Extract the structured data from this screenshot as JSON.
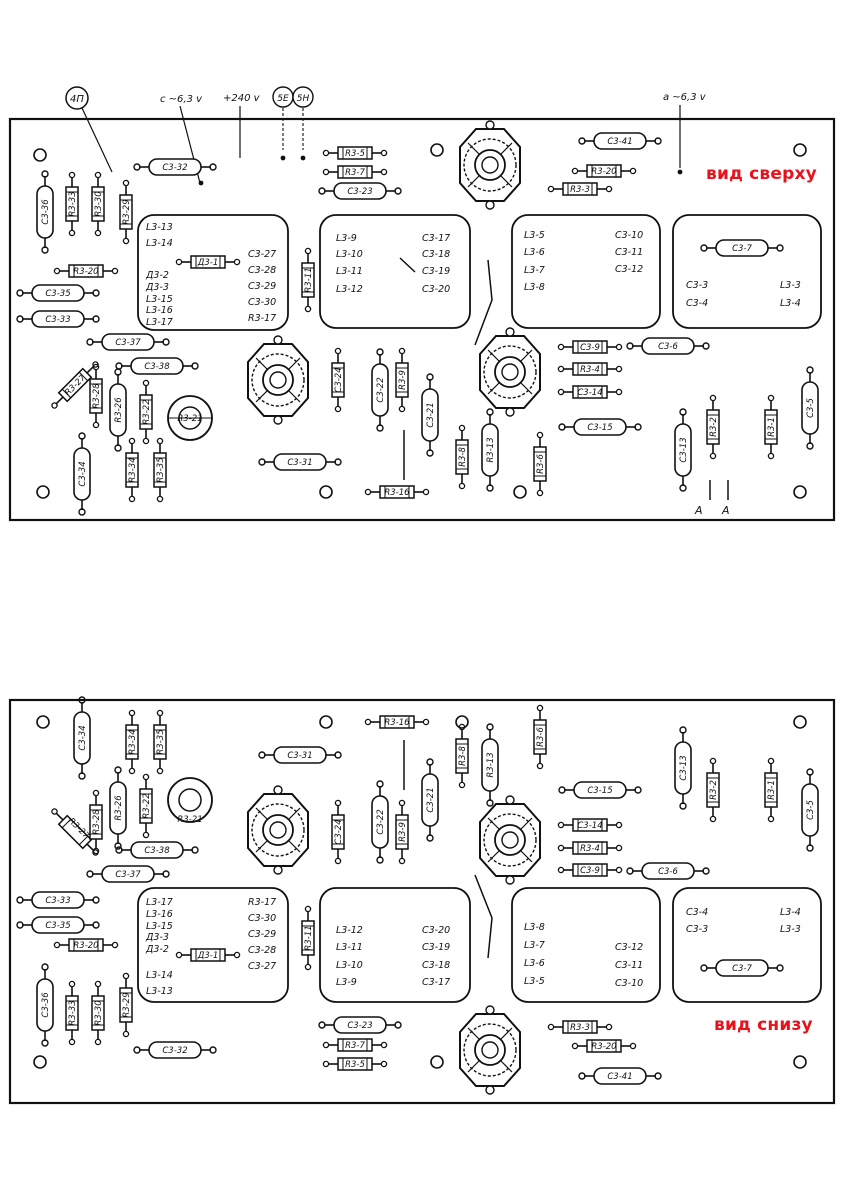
{
  "captions": {
    "top_view": "вид сверху",
    "bottom_view": "вид снизу"
  },
  "top_header": {
    "tag_4p": "4П",
    "tag_c63": "с ~6,3 v",
    "tag_240": "+240 v",
    "tag_5e": "5Е",
    "tag_5n": "5Н",
    "tag_a63": "а ~6,3 v"
  },
  "arrow_labels": {
    "a1": "A",
    "a2": "A"
  },
  "colors": {
    "caption": "#e8121c",
    "ink": "#111111"
  },
  "top_view": {
    "components": [
      "C3-32",
      "R3-5",
      "R3-7",
      "C3-23",
      "C3-41",
      "R3-20",
      "R3-3",
      "C3-36",
      "R3-33",
      "R3-30",
      "R3-29",
      "R3-20",
      "C3-35",
      "C3-33",
      "C3-37",
      "C3-38",
      "R3-27",
      "R3-28",
      "R3-26",
      "R3-22",
      "R3-21",
      "C3-34",
      "R3-34",
      "R3-35",
      "C3-31",
      "R3-11",
      "C3-24",
      "C3-22",
      "R3-9",
      "C3-21",
      "R3-8",
      "R3-13",
      "R3-6",
      "R3-16",
      "C3-9",
      "R3-4",
      "C3-14",
      "C3-15",
      "C3-6",
      "C3-13",
      "R3-2",
      "R3-1",
      "C3-5",
      "Д3-1",
      "C3-7"
    ],
    "box1": {
      "left": [
        "L3-13",
        "L3-14",
        "Д3-2",
        "Д3-3",
        "L3-15",
        "L3-16",
        "L3-17"
      ],
      "right": [
        "C3-27",
        "C3-28",
        "C3-29",
        "C3-30",
        "R3-17"
      ]
    },
    "box2": {
      "left": [
        "L3-9",
        "L3-10",
        "L3-11",
        "L3-12"
      ],
      "right": [
        "C3-17",
        "C3-18",
        "C3-19",
        "C3-20"
      ]
    },
    "box3": {
      "left": [
        "L3-5",
        "L3-6",
        "L3-7",
        "L3-8"
      ],
      "right": [
        "C3-10",
        "C3-11",
        "C3-12"
      ]
    },
    "box4": {
      "left": [
        "C3-3",
        "C3-4"
      ],
      "right": [
        "L3-3",
        "L3-4"
      ]
    }
  },
  "bottom_view": {
    "components": [
      "C3-34",
      "R3-34",
      "R3-35",
      "R3-16",
      "R3-8",
      "R3-13",
      "R3-6",
      "C3-31",
      "R3-27",
      "R3-28",
      "R3-26",
      "R3-22",
      "R3-21",
      "C3-38",
      "C3-37",
      "C3-24",
      "C3-22",
      "R3-9",
      "C3-21",
      "C3-15",
      "C3-14",
      "R3-4",
      "C3-9",
      "C3-6",
      "C3-13",
      "R3-2",
      "R3-1",
      "C3-5",
      "C3-33",
      "C3-35",
      "R3-20",
      "C3-36",
      "R3-33",
      "R3-30",
      "R3-29",
      "C3-32",
      "R3-11",
      "C3-23",
      "R3-7",
      "R3-5",
      "R3-3",
      "R3-20",
      "C3-41",
      "Д3-1",
      "C3-7"
    ],
    "box1": {
      "left": [
        "L3-17",
        "L3-16",
        "L3-15",
        "Д3-3",
        "Д3-2",
        "L3-14",
        "L3-13"
      ],
      "right": [
        "R3-17",
        "C3-30",
        "C3-29",
        "C3-28",
        "C3-27"
      ]
    },
    "box2": {
      "left": [
        "L3-12",
        "L3-11",
        "L3-10",
        "L3-9"
      ],
      "right": [
        "C3-20",
        "C3-19",
        "C3-18",
        "C3-17"
      ]
    },
    "box3": {
      "left": [
        "L3-8",
        "L3-7",
        "L3-6",
        "L3-5"
      ],
      "right": [
        "C3-12",
        "C3-11",
        "C3-10"
      ]
    },
    "box4": {
      "left": [
        "C3-4",
        "C3-3"
      ],
      "right": [
        "L3-4",
        "L3-3"
      ]
    }
  }
}
